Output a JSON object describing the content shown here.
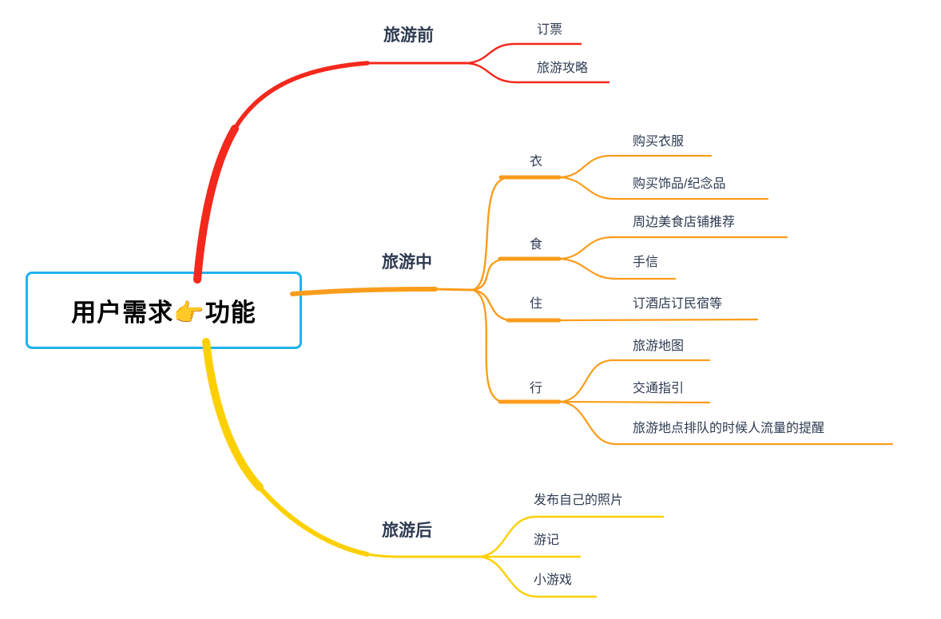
{
  "root": {
    "title": "用户需求👉功能"
  },
  "branches": [
    {
      "label": "旅游前",
      "color": "#f4281c",
      "children": [
        {
          "label": "订票"
        },
        {
          "label": "旅游攻略"
        }
      ]
    },
    {
      "label": "旅游中",
      "color": "#fa9d1c",
      "children": [
        {
          "label": "衣",
          "children": [
            {
              "label": "购买衣服"
            },
            {
              "label": "购买饰品/纪念品"
            }
          ]
        },
        {
          "label": "食",
          "children": [
            {
              "label": "周边美食店铺推荐"
            },
            {
              "label": "手信"
            }
          ]
        },
        {
          "label": "住",
          "children": [
            {
              "label": "订酒店订民宿等"
            }
          ]
        },
        {
          "label": "行",
          "children": [
            {
              "label": "旅游地图"
            },
            {
              "label": "交通指引"
            },
            {
              "label": "旅游地点排队的时候人流量的提醒"
            }
          ]
        }
      ]
    },
    {
      "label": "旅游后",
      "color": "#fcd000",
      "children": [
        {
          "label": "发布自己的照片"
        },
        {
          "label": "游记"
        },
        {
          "label": "小游戏"
        }
      ]
    }
  ],
  "colors": {
    "branch_before": "#f4281c",
    "branch_during": "#fa9d1c",
    "branch_after": "#fcd000",
    "root_border": "#1fb1f0",
    "text": "#2e3b51",
    "root_text": "#000000",
    "background": "#ffffff"
  }
}
